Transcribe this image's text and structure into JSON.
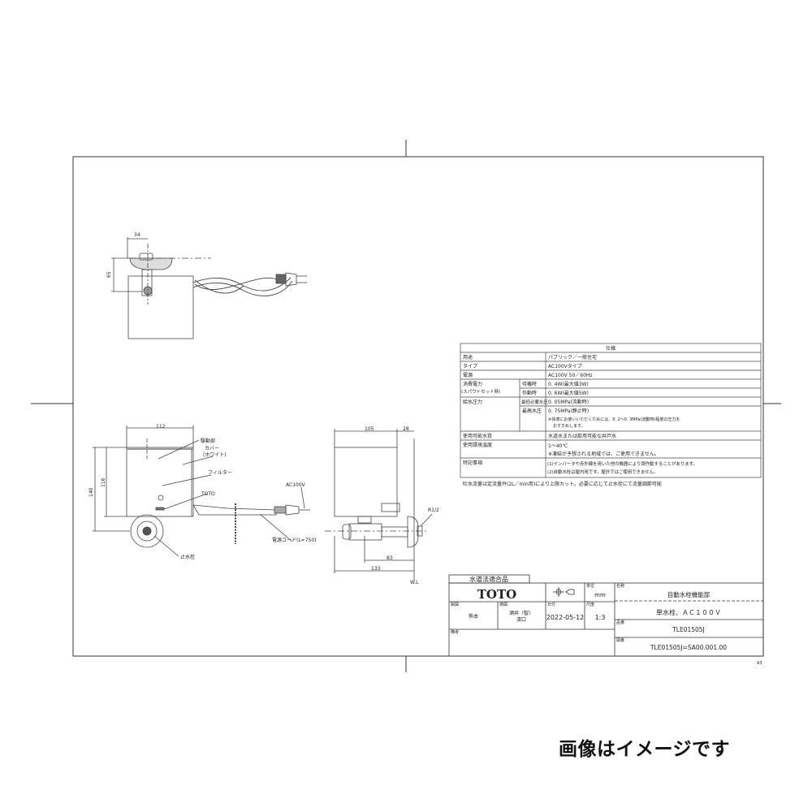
{
  "spec_table": {
    "title": "仕様",
    "rows": [
      {
        "label": "用途",
        "value": "パブリック／一般住宅"
      },
      {
        "label": "タイプ",
        "value": "AC100Vタイプ"
      },
      {
        "label": "電源",
        "value": "AC100V  50／60Hz"
      }
    ],
    "power": {
      "label_1": "消費電力",
      "label_2": "(スパウトセット時)",
      "standby_label": "待機時",
      "standby_value": "0. 4W(最大値3W)",
      "operating_label": "作動時",
      "operating_value": "0. 6W(最大値5W)"
    },
    "pressure": {
      "label": "給水圧力",
      "min_label": "最低必要水圧",
      "min_value": "0. 05MPa(流動時)",
      "max_label": "最高水圧",
      "max_value": "0. 75MPa(静止時)",
      "note_1": "※快適にお使いいただくためには、0. 2～0. 3MPa(流動時)程度の圧力を",
      "note_2": "おすすめします。"
    },
    "water": {
      "label": "使用可能水質",
      "value": "水道水または飲用可能な井戸水"
    },
    "temperature": {
      "label": "使用環境温度",
      "value_1": "1～40℃",
      "value_2": "※凍結が予想される地域では、ご使用できません。"
    },
    "notes": {
      "label": "特記事項",
      "value_1": "(1)インバータや赤外線を用いた他の機器により誤作動することがあります。",
      "value_2": "(2)自動水栓は屋内用です。屋外ではご使用できません。"
    },
    "footnote": "吐水流量は定流量弁(2L／min用)により上限カット。必要に応じて止水栓にて流量調節可能"
  },
  "drawing": {
    "top_view": {
      "dim_width": "34",
      "dim_height": "65"
    },
    "front_view": {
      "dim_width": "112",
      "dim_height_total": "140",
      "dim_height_body": "116",
      "labels": {
        "drive": "駆動部",
        "cover_1": "カバー",
        "cover_2": "(ホワイト)",
        "filter": "フィルター",
        "logo": "TOTO",
        "plug": "AC100V",
        "cord": "電源コード(L=750)",
        "stop_valve": "止水栓"
      }
    },
    "side_view": {
      "dim_depth": "105",
      "dim_offset": "28",
      "dim_83": "83",
      "dim_133": "133",
      "thread": "R1/2",
      "wall_line": "W.L"
    }
  },
  "title_block": {
    "certification": "水道法適合品",
    "brand": "TOTO",
    "unit_label": "単位",
    "unit_value": "mm",
    "name_label": "名称",
    "name_value": "自動水栓機能部",
    "subtitle": "単水栓、ＡＣ１００Ｖ",
    "drafter_label": "製図",
    "drafter_value": "熊本",
    "checker_label": "検図",
    "checker_value_1": "酒井（智）",
    "checker_value_2": "濱口",
    "date_label": "日付",
    "date_value": "2022-05-12",
    "scale_label": "尺度",
    "scale_value": "1:3",
    "part_label": "品番",
    "part_value": "TLE01505J",
    "remarks_label": "備考",
    "drawing_no_label": "図番",
    "drawing_no_value": "TLE01505J=SA00.001.00",
    "sheet_size": "A3"
  },
  "caption": "画像はイメージです"
}
